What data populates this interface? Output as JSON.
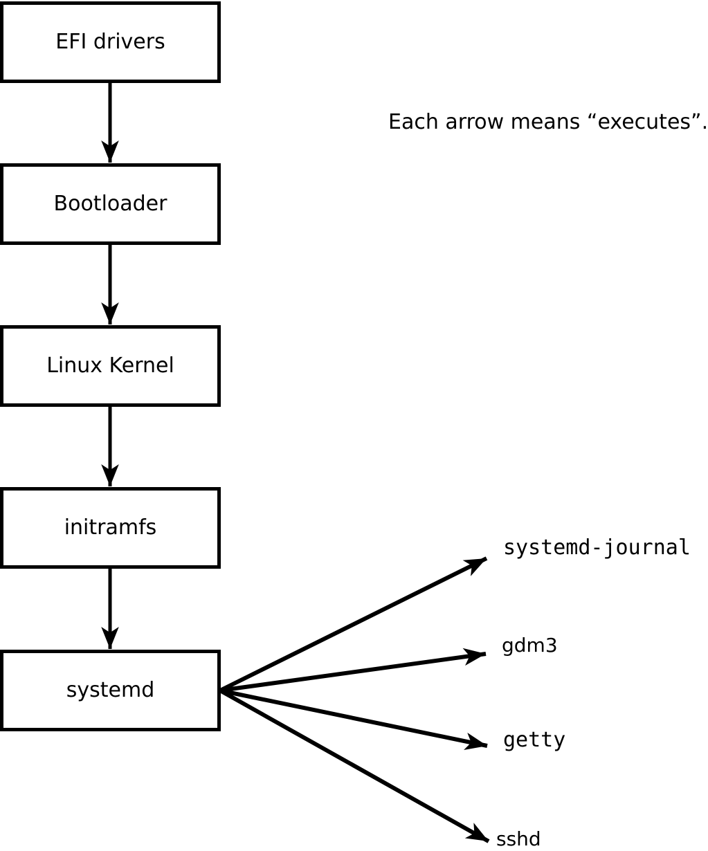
{
  "diagram": {
    "caption": "Each arrow means “executes”.",
    "boot_chain": [
      {
        "label": "EFI drivers"
      },
      {
        "label": "Bootloader"
      },
      {
        "label": "Linux Kernel"
      },
      {
        "label": "initramfs"
      },
      {
        "label": "systemd"
      }
    ],
    "spawned_processes": [
      {
        "label": "systemd-journal"
      },
      {
        "label": "gdm3"
      },
      {
        "label": "getty"
      },
      {
        "label": "sshd"
      }
    ],
    "colors": {
      "line": "#000000",
      "box_fill": "#ffffff",
      "text": "#000000",
      "background": "#ffffff"
    }
  }
}
